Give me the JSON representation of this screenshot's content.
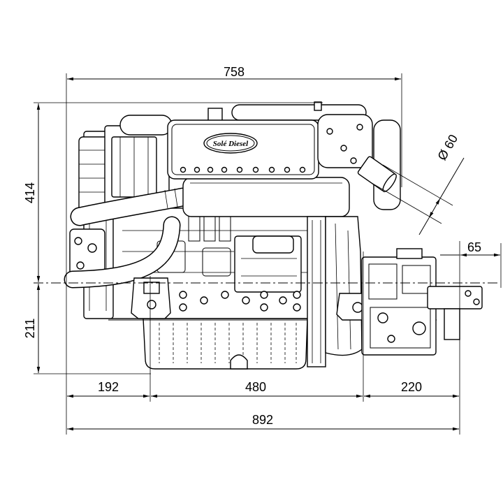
{
  "dimensions": {
    "top_length": "758",
    "upper_height": "414",
    "lower_height": "211",
    "bottom_segment_1": "192",
    "bottom_segment_2": "480",
    "bottom_segment_3": "220",
    "overall_length": "892",
    "shaft_offset": "65",
    "exhaust_diameter": "Ø 60"
  },
  "logo_text": "Solé Diesel",
  "colors": {
    "line": "#000000",
    "background": "#ffffff"
  }
}
